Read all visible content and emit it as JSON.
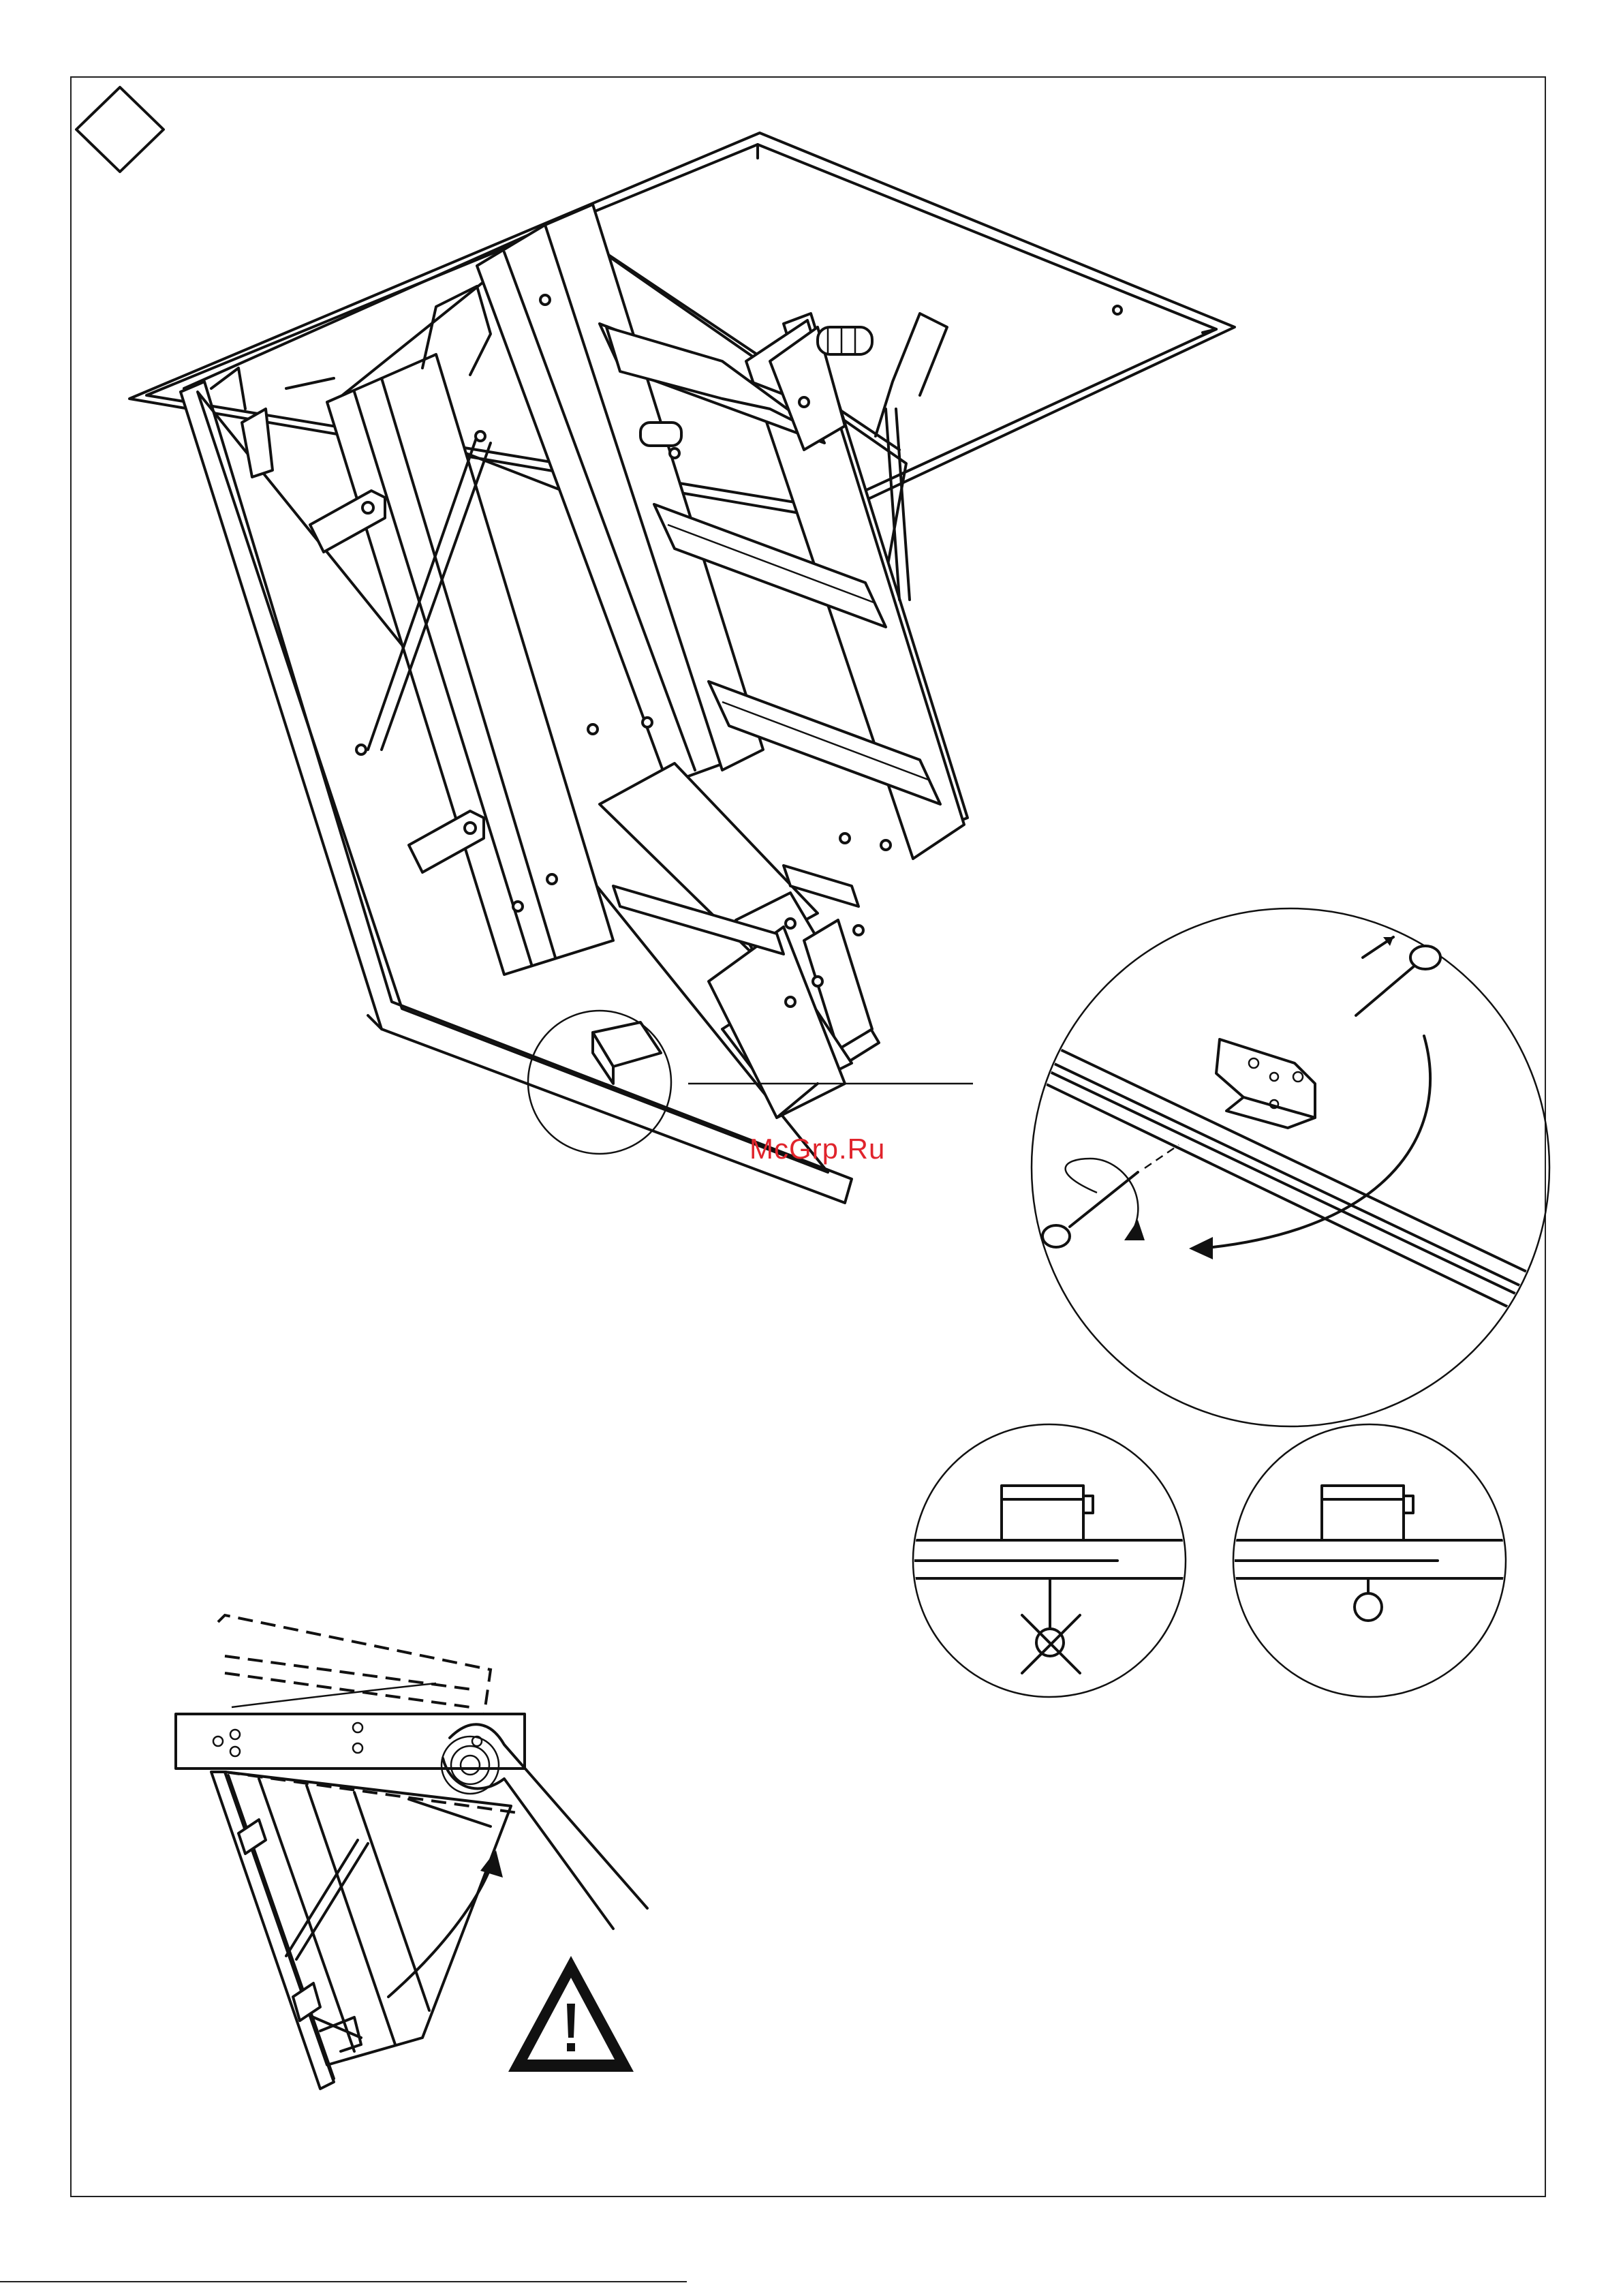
{
  "page": {
    "step_marker_icon": "diamond-step-marker-icon",
    "watermark": "McGrp.Ru"
  },
  "illustrations": {
    "main": "attic-ladder-open-hatch-illustration",
    "detail_zoom": "hook-pin-detail-magnifier",
    "detail_wrong": "pin-wrong-crossed-detail",
    "detail_right": "pin-correct-detail",
    "closing": "hatch-closing-push-illustration"
  },
  "icons": {
    "warning": "warning-triangle-icon",
    "arrow_rotate": "rotate-arrow-icon",
    "arrow_insert": "insert-arrow-icon",
    "arrow_lift": "lift-arrow-icon"
  },
  "colors": {
    "line": "#111111",
    "watermark": "#e0242c",
    "background": "#ffffff"
  }
}
